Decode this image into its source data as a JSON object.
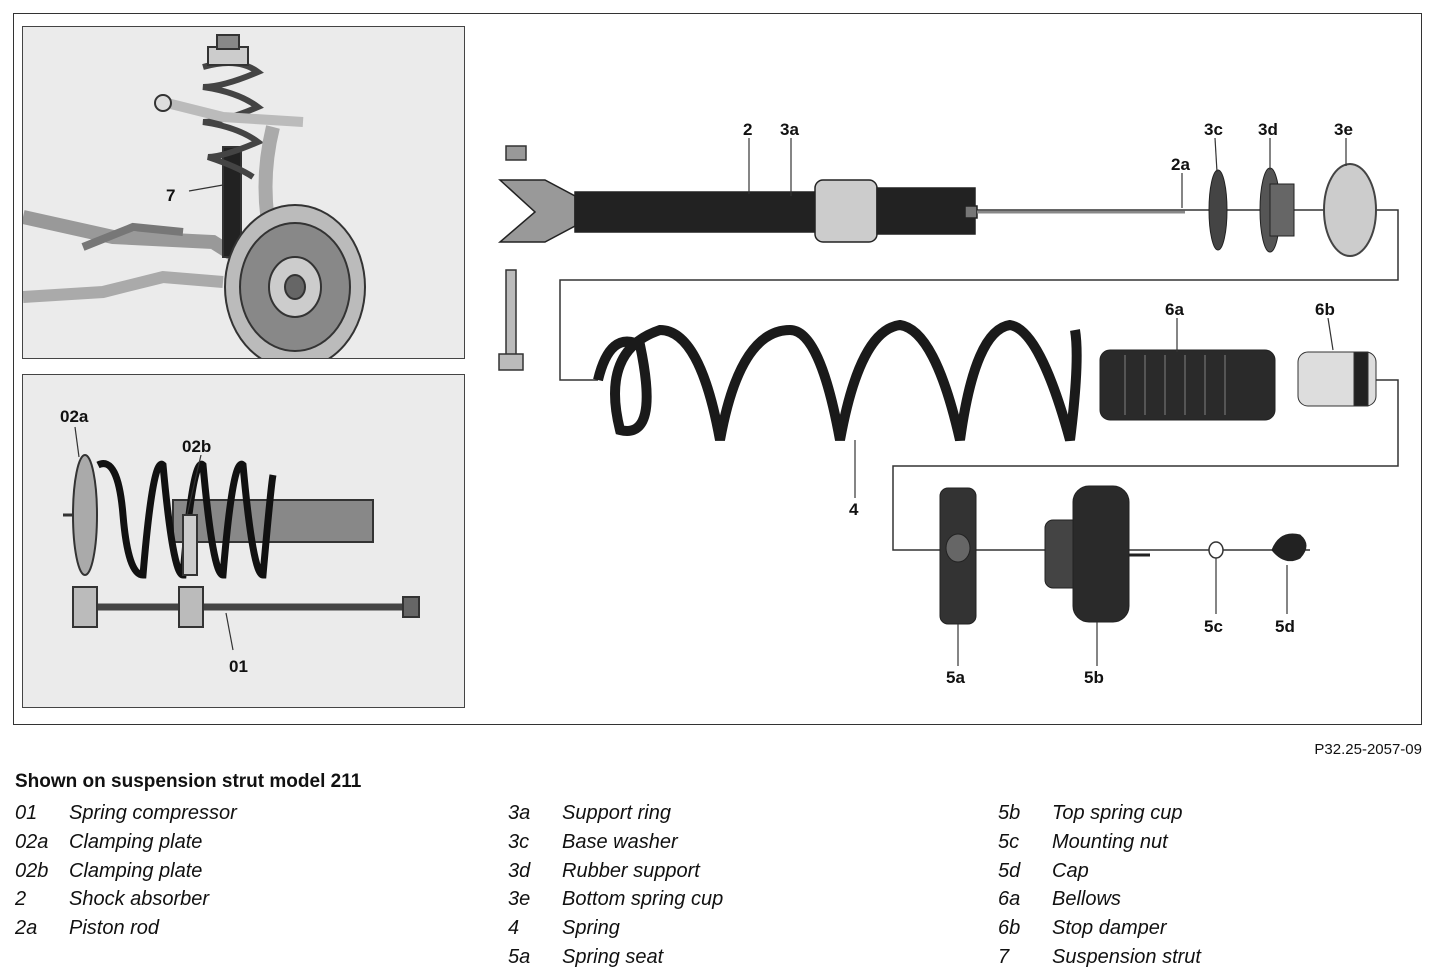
{
  "reference_code": "P32.25-2057-09",
  "caption_title": "Shown on suspension strut model 211",
  "callouts": {
    "c7": "7",
    "c02a": "02a",
    "c02b": "02b",
    "c01": "01",
    "c2": "2",
    "c3a": "3a",
    "c2a": "2a",
    "c3c": "3c",
    "c3d": "3d",
    "c3e": "3e",
    "c4": "4",
    "c6a": "6a",
    "c6b": "6b",
    "c5a": "5a",
    "c5b": "5b",
    "c5c": "5c",
    "c5d": "5d"
  },
  "legend": {
    "col1": [
      {
        "code": "01",
        "text": "Spring compressor"
      },
      {
        "code": "02a",
        "text": "Clamping plate"
      },
      {
        "code": "02b",
        "text": "Clamping plate"
      },
      {
        "code": "2",
        "text": "Shock absorber"
      },
      {
        "code": "2a",
        "text": "Piston rod"
      }
    ],
    "col2": [
      {
        "code": "3a",
        "text": "Support ring"
      },
      {
        "code": "3c",
        "text": "Base washer"
      },
      {
        "code": "3d",
        "text": "Rubber support"
      },
      {
        "code": "3e",
        "text": "Bottom spring cup"
      },
      {
        "code": "4",
        "text": "Spring"
      },
      {
        "code": "5a",
        "text": "Spring seat"
      }
    ],
    "col3": [
      {
        "code": "5b",
        "text": "Top spring cup"
      },
      {
        "code": "5c",
        "text": "Mounting nut"
      },
      {
        "code": "5d",
        "text": "Cap"
      },
      {
        "code": "6a",
        "text": "Bellows"
      },
      {
        "code": "6b",
        "text": "Stop damper"
      },
      {
        "code": "7",
        "text": "Suspension strut"
      }
    ]
  }
}
